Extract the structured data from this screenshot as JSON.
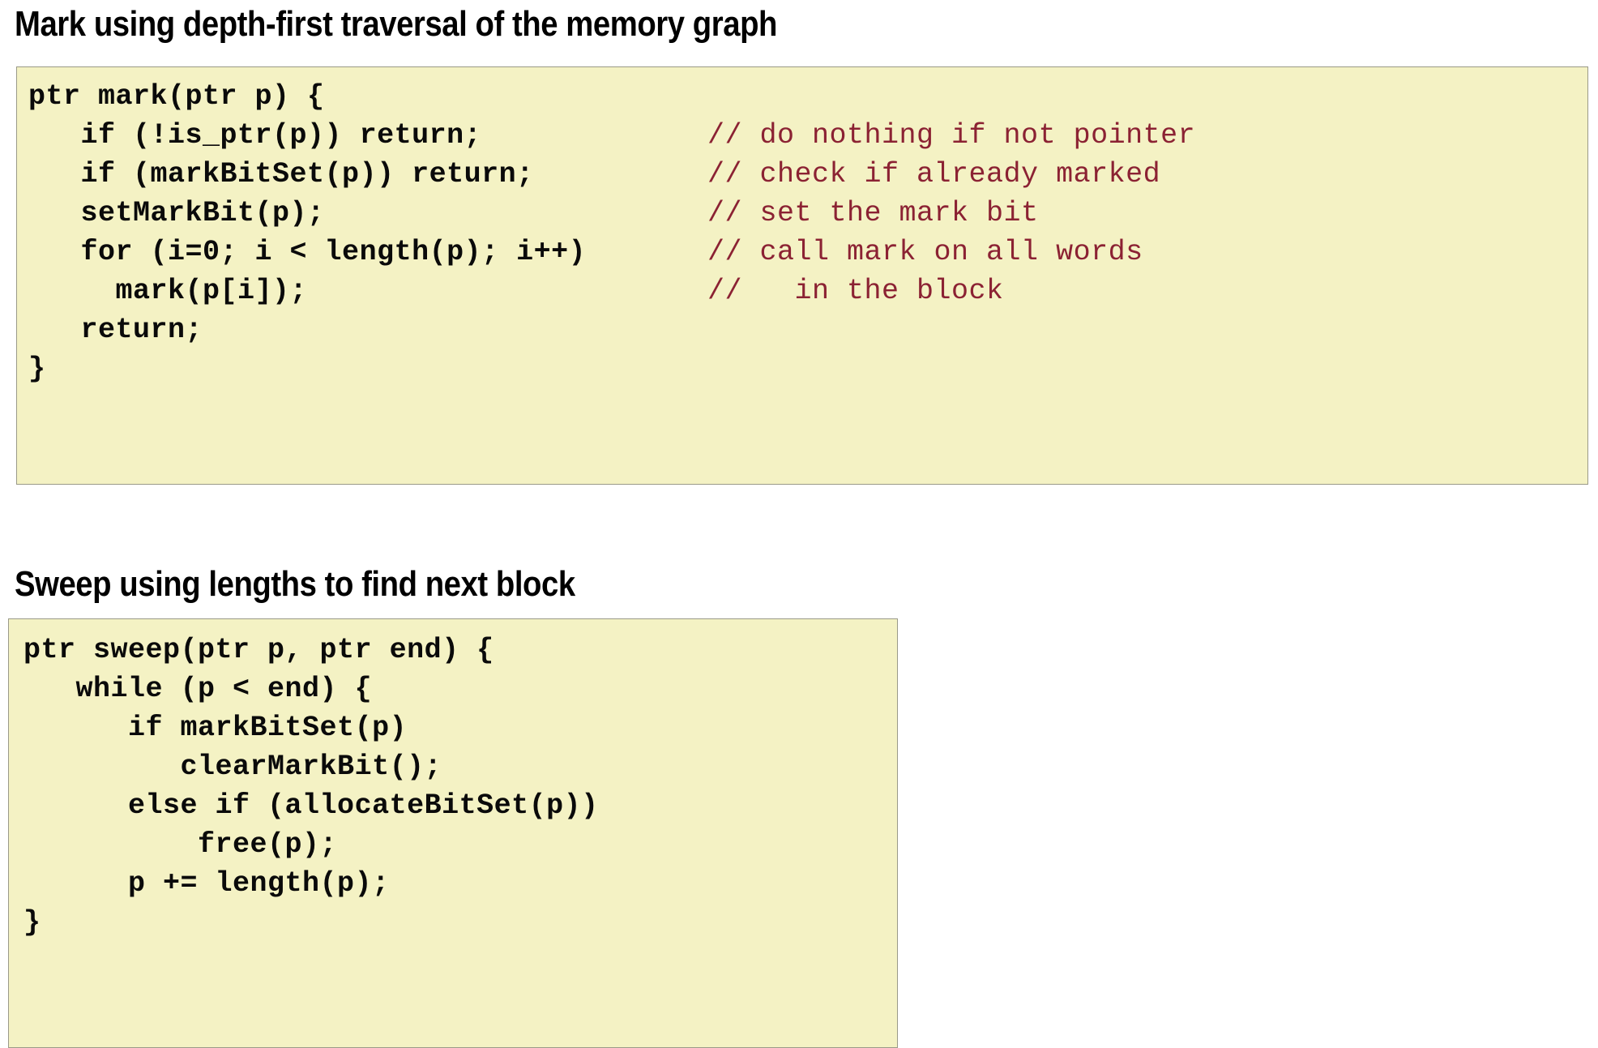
{
  "slide": {
    "background_color": "#FFFFFF",
    "code_background_color": "#F4F2C4",
    "code_border_color": "#9A9A88",
    "code_text_color": "#0A0A0A",
    "comment_text_color": "#8B2233",
    "heading_text_color": "#000000"
  },
  "sections": [
    {
      "heading": "Mark using depth-first traversal of the memory graph",
      "code_lines": [
        {
          "code": "ptr mark(ptr p) {",
          "comment": ""
        },
        {
          "code": "   if (!is_ptr(p)) return;",
          "comment": "// do nothing if not pointer"
        },
        {
          "code": "   if (markBitSet(p)) return;",
          "comment": "// check if already marked"
        },
        {
          "code": "   setMarkBit(p);",
          "comment": "// set the mark bit"
        },
        {
          "code": "   for (i=0; i < length(p); i++)",
          "comment": "// call mark on all words"
        },
        {
          "code": "     mark(p[i]);",
          "comment": "//   in the block"
        },
        {
          "code": "   return;",
          "comment": ""
        },
        {
          "code": "}",
          "comment": ""
        }
      ]
    },
    {
      "heading": "Sweep using lengths to find next block",
      "code_lines": [
        {
          "code": "ptr sweep(ptr p, ptr end) {",
          "comment": ""
        },
        {
          "code": "   while (p < end) {",
          "comment": ""
        },
        {
          "code": "      if markBitSet(p)",
          "comment": ""
        },
        {
          "code": "         clearMarkBit();",
          "comment": ""
        },
        {
          "code": "      else if (allocateBitSet(p))",
          "comment": ""
        },
        {
          "code": "          free(p);",
          "comment": ""
        },
        {
          "code": "      p += length(p);",
          "comment": ""
        },
        {
          "code": "}",
          "comment": ""
        }
      ]
    }
  ]
}
